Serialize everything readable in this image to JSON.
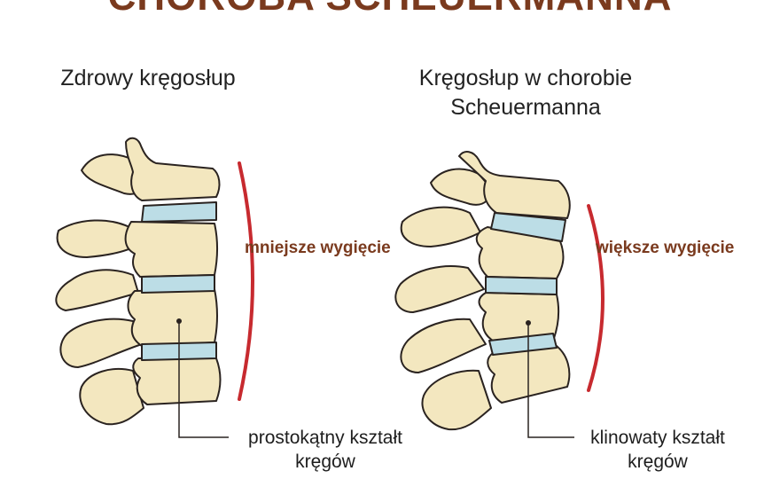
{
  "page": {
    "title": "CHOROBA SCHEUERMANNA"
  },
  "panels": [
    {
      "heading_lines": [
        "Zdrowy kręgosłup"
      ],
      "curvature_label": "mniejsze wygięcie",
      "shape_label_lines": [
        "prostokątny kształt",
        "kręgów"
      ]
    },
    {
      "heading_lines": [
        "Kręgosłup w chorobie",
        "Scheuermanna"
      ],
      "curvature_label": "większe wygięcie",
      "shape_label_lines": [
        "klinowaty kształt",
        "kręgów"
      ]
    }
  ],
  "colors": {
    "title": "#7a3a1e",
    "bone_fill": "#f3e7bf",
    "bone_outline": "#2a2320",
    "disc_fill": "#bcdde6",
    "curve_stroke": "#c72a2f",
    "label_accent": "#7a3a1e",
    "pointer_line": "#2a2320"
  }
}
